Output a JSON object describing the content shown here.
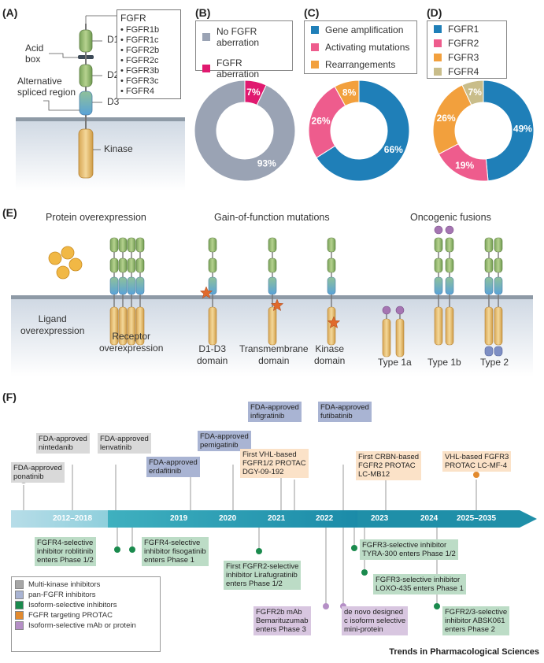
{
  "panelA": {
    "label": "(A)",
    "box_title": "FGFR",
    "isoforms": [
      "FGFR1b",
      "FGFR1c",
      "FGFR2b",
      "FGFR2c",
      "FGFR3b",
      "FGFR3c",
      "FGFR4"
    ],
    "d1": "D1",
    "d2": "D2",
    "d3": "D3",
    "acid_box": "Acid\nbox",
    "alt_region": "Alternative\nspliced region",
    "kinase": "Kinase"
  },
  "panelB": {
    "label": "(B)",
    "legend": [
      {
        "text": "No FGFR aberration",
        "color": "#9aa3b4"
      },
      {
        "text": "FGFR aberration",
        "color": "#e0196f"
      }
    ],
    "slices": [
      {
        "value": 93,
        "label": "93%"
      },
      {
        "value": 7,
        "label": "7%"
      }
    ]
  },
  "panelC": {
    "label": "(C)",
    "legend": [
      {
        "text": "Gene amplification",
        "color": "#1f7fb8"
      },
      {
        "text": "Activating mutations",
        "color": "#ee5c8d"
      },
      {
        "text": "Rearrangements",
        "color": "#f2a03d"
      }
    ],
    "slices": [
      {
        "value": 66,
        "label": "66%"
      },
      {
        "value": 26,
        "label": "26%"
      },
      {
        "value": 8,
        "label": "8%"
      }
    ]
  },
  "panelD": {
    "label": "(D)",
    "legend": [
      {
        "text": "FGFR1",
        "color": "#1f7fb8"
      },
      {
        "text": "FGFR2",
        "color": "#ee5c8d"
      },
      {
        "text": "FGFR3",
        "color": "#f2a03d"
      },
      {
        "text": "FGFR4",
        "color": "#c9bd8a"
      }
    ],
    "slices": [
      {
        "value": 49,
        "label": "49%"
      },
      {
        "value": 19,
        "label": "19%"
      },
      {
        "value": 26,
        "label": "26%"
      },
      {
        "value": 7,
        "label": "7%"
      }
    ]
  },
  "panelE": {
    "label": "(E)",
    "titles": [
      "Protein overexpression",
      "Gain-of-function mutations",
      "Oncogenic fusions"
    ],
    "ligand": "Ligand\noverexpression",
    "receptor": "Receptor\noverexpression",
    "d1d3": "D1-D3\ndomain",
    "tm": "Transmembrane\ndomain",
    "kin": "Kinase\ndomain",
    "t1a": "Type 1a",
    "t1b": "Type 1b",
    "t2": "Type 2"
  },
  "panelF": {
    "label": "(F)",
    "years": [
      "2012–2018",
      "2019",
      "2020",
      "2021",
      "2022",
      "2023",
      "2024",
      "2025–2035"
    ],
    "above": [
      {
        "text": "FDA-approved\nponatinib",
        "kind": "grey"
      },
      {
        "text": "FDA-approved\nnintedanib",
        "kind": "grey"
      },
      {
        "text": "FDA-approved\nlenvatinib",
        "kind": "grey"
      },
      {
        "text": "FDA-approved\nerdafitinib",
        "kind": "blue"
      },
      {
        "text": "FDA-approved\npemigatinib",
        "kind": "blue"
      },
      {
        "text": "FDA-approved\ninfigratinib",
        "kind": "blue"
      },
      {
        "text": "FDA-approved\nfutibatinib",
        "kind": "blue"
      },
      {
        "text": "First VHL-based\nFGFR1/2 PROTAC\nDGY-09-192",
        "kind": "orange"
      },
      {
        "text": "First CRBN-based\nFGFR2 PROTAC\nLC-MB12",
        "kind": "orange"
      },
      {
        "text": "VHL-based FGFR3\nPROTAC LC-MF-4",
        "kind": "orange"
      }
    ],
    "below": [
      {
        "text": "FGFR4-selective\ninhibitor roblitinib\nenters Phase 1/2",
        "kind": "green"
      },
      {
        "text": "FGFR4-selective\ninhibitor fisogatinib\nenters Phase 1",
        "kind": "green"
      },
      {
        "text": "First FGFR2-selective\ninhibitor Lirafugratinib\nenters Phase 1/2",
        "kind": "green"
      },
      {
        "text": "FGFR3-selective inhibitor\nTYRA-300 enters Phase 1/2",
        "kind": "green"
      },
      {
        "text": "FGFR3-selective inhibitor\nLOXO-435 enters Phase 1",
        "kind": "green"
      },
      {
        "text": "FGFR2/3-selective\ninhibitor ABSK061\nenters Phase 2",
        "kind": "green"
      },
      {
        "text": "FGFR2b mAb\nBemarituzumab\nenters Phase 3",
        "kind": "purple"
      },
      {
        "text": "de novo designed\nc isoform selective\nmini-protein",
        "kind": "purple"
      }
    ],
    "legend": [
      {
        "text": "Multi-kinase inhibitors",
        "color": "#a6a6a6"
      },
      {
        "text": "pan-FGFR inhibitors",
        "color": "#a9b4d3"
      },
      {
        "text": "Isoform-selective inhibitors",
        "color": "#1a8a4d"
      },
      {
        "text": "FGFR targeting PROTAC",
        "color": "#e28a2e"
      },
      {
        "text": "Isoform-selective mAb or protein",
        "color": "#b58fc6"
      }
    ]
  },
  "footer": "Trends in Pharmacological Sciences"
}
